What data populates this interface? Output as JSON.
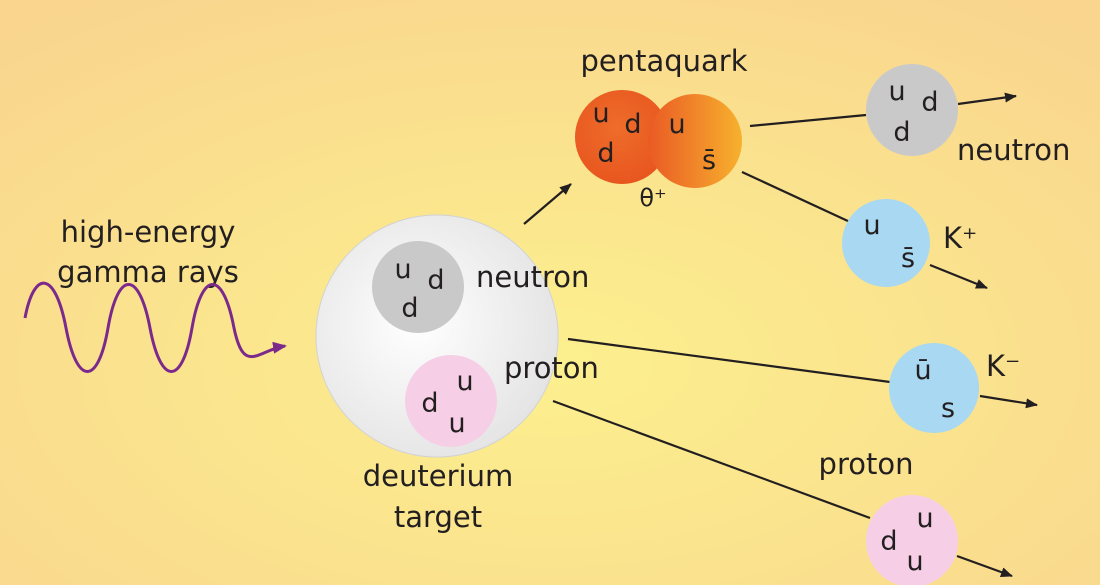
{
  "colors": {
    "background_center": "#fcf08e",
    "background_edge": "#f9d58e",
    "gamma_wave": "#7b2a8c",
    "neutron": "#c9c9c9",
    "proton": "#f6cfe6",
    "kaon": "#a8d8f2",
    "pentaquark_left": "#ea5a24",
    "pentaquark_right": "#f39a2c",
    "deuterium": "#ececec",
    "arrow": "#231f20"
  },
  "labels": {
    "gamma_line1": "high-energy",
    "gamma_line2": "gamma rays",
    "deuterium_line1": "deuterium",
    "deuterium_line2": "target",
    "inner_neutron": "neutron",
    "inner_proton": "proton",
    "pentaquark": "pentaquark",
    "theta": "θ⁺",
    "out_neutron": "neutron",
    "k_plus": "K⁺",
    "k_minus": "K⁻",
    "out_proton": "proton"
  },
  "quarks": {
    "inner_neutron": [
      "u",
      "d",
      "d"
    ],
    "inner_proton": [
      "u",
      "d",
      "u"
    ],
    "pentaquark_left": [
      "u",
      "d",
      "d"
    ],
    "pentaquark_right": [
      "u",
      "s̄"
    ],
    "out_neutron": [
      "u",
      "d",
      "d"
    ],
    "k_plus": [
      "u",
      "s̄"
    ],
    "k_minus": [
      "ū",
      "s"
    ],
    "out_proton": [
      "u",
      "d",
      "u"
    ]
  }
}
